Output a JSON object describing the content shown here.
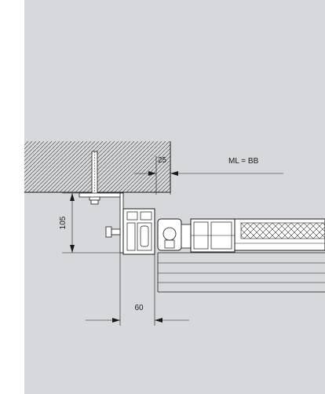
{
  "drawing": {
    "labels": {
      "ml_bb": "ML = BB",
      "offset": "25",
      "height": "105",
      "width": "60"
    },
    "colors": {
      "panel_background": "#d6d8db",
      "line": "#1a1a1a",
      "frame_fill": "#ffffff",
      "gasket": "#444444"
    }
  }
}
